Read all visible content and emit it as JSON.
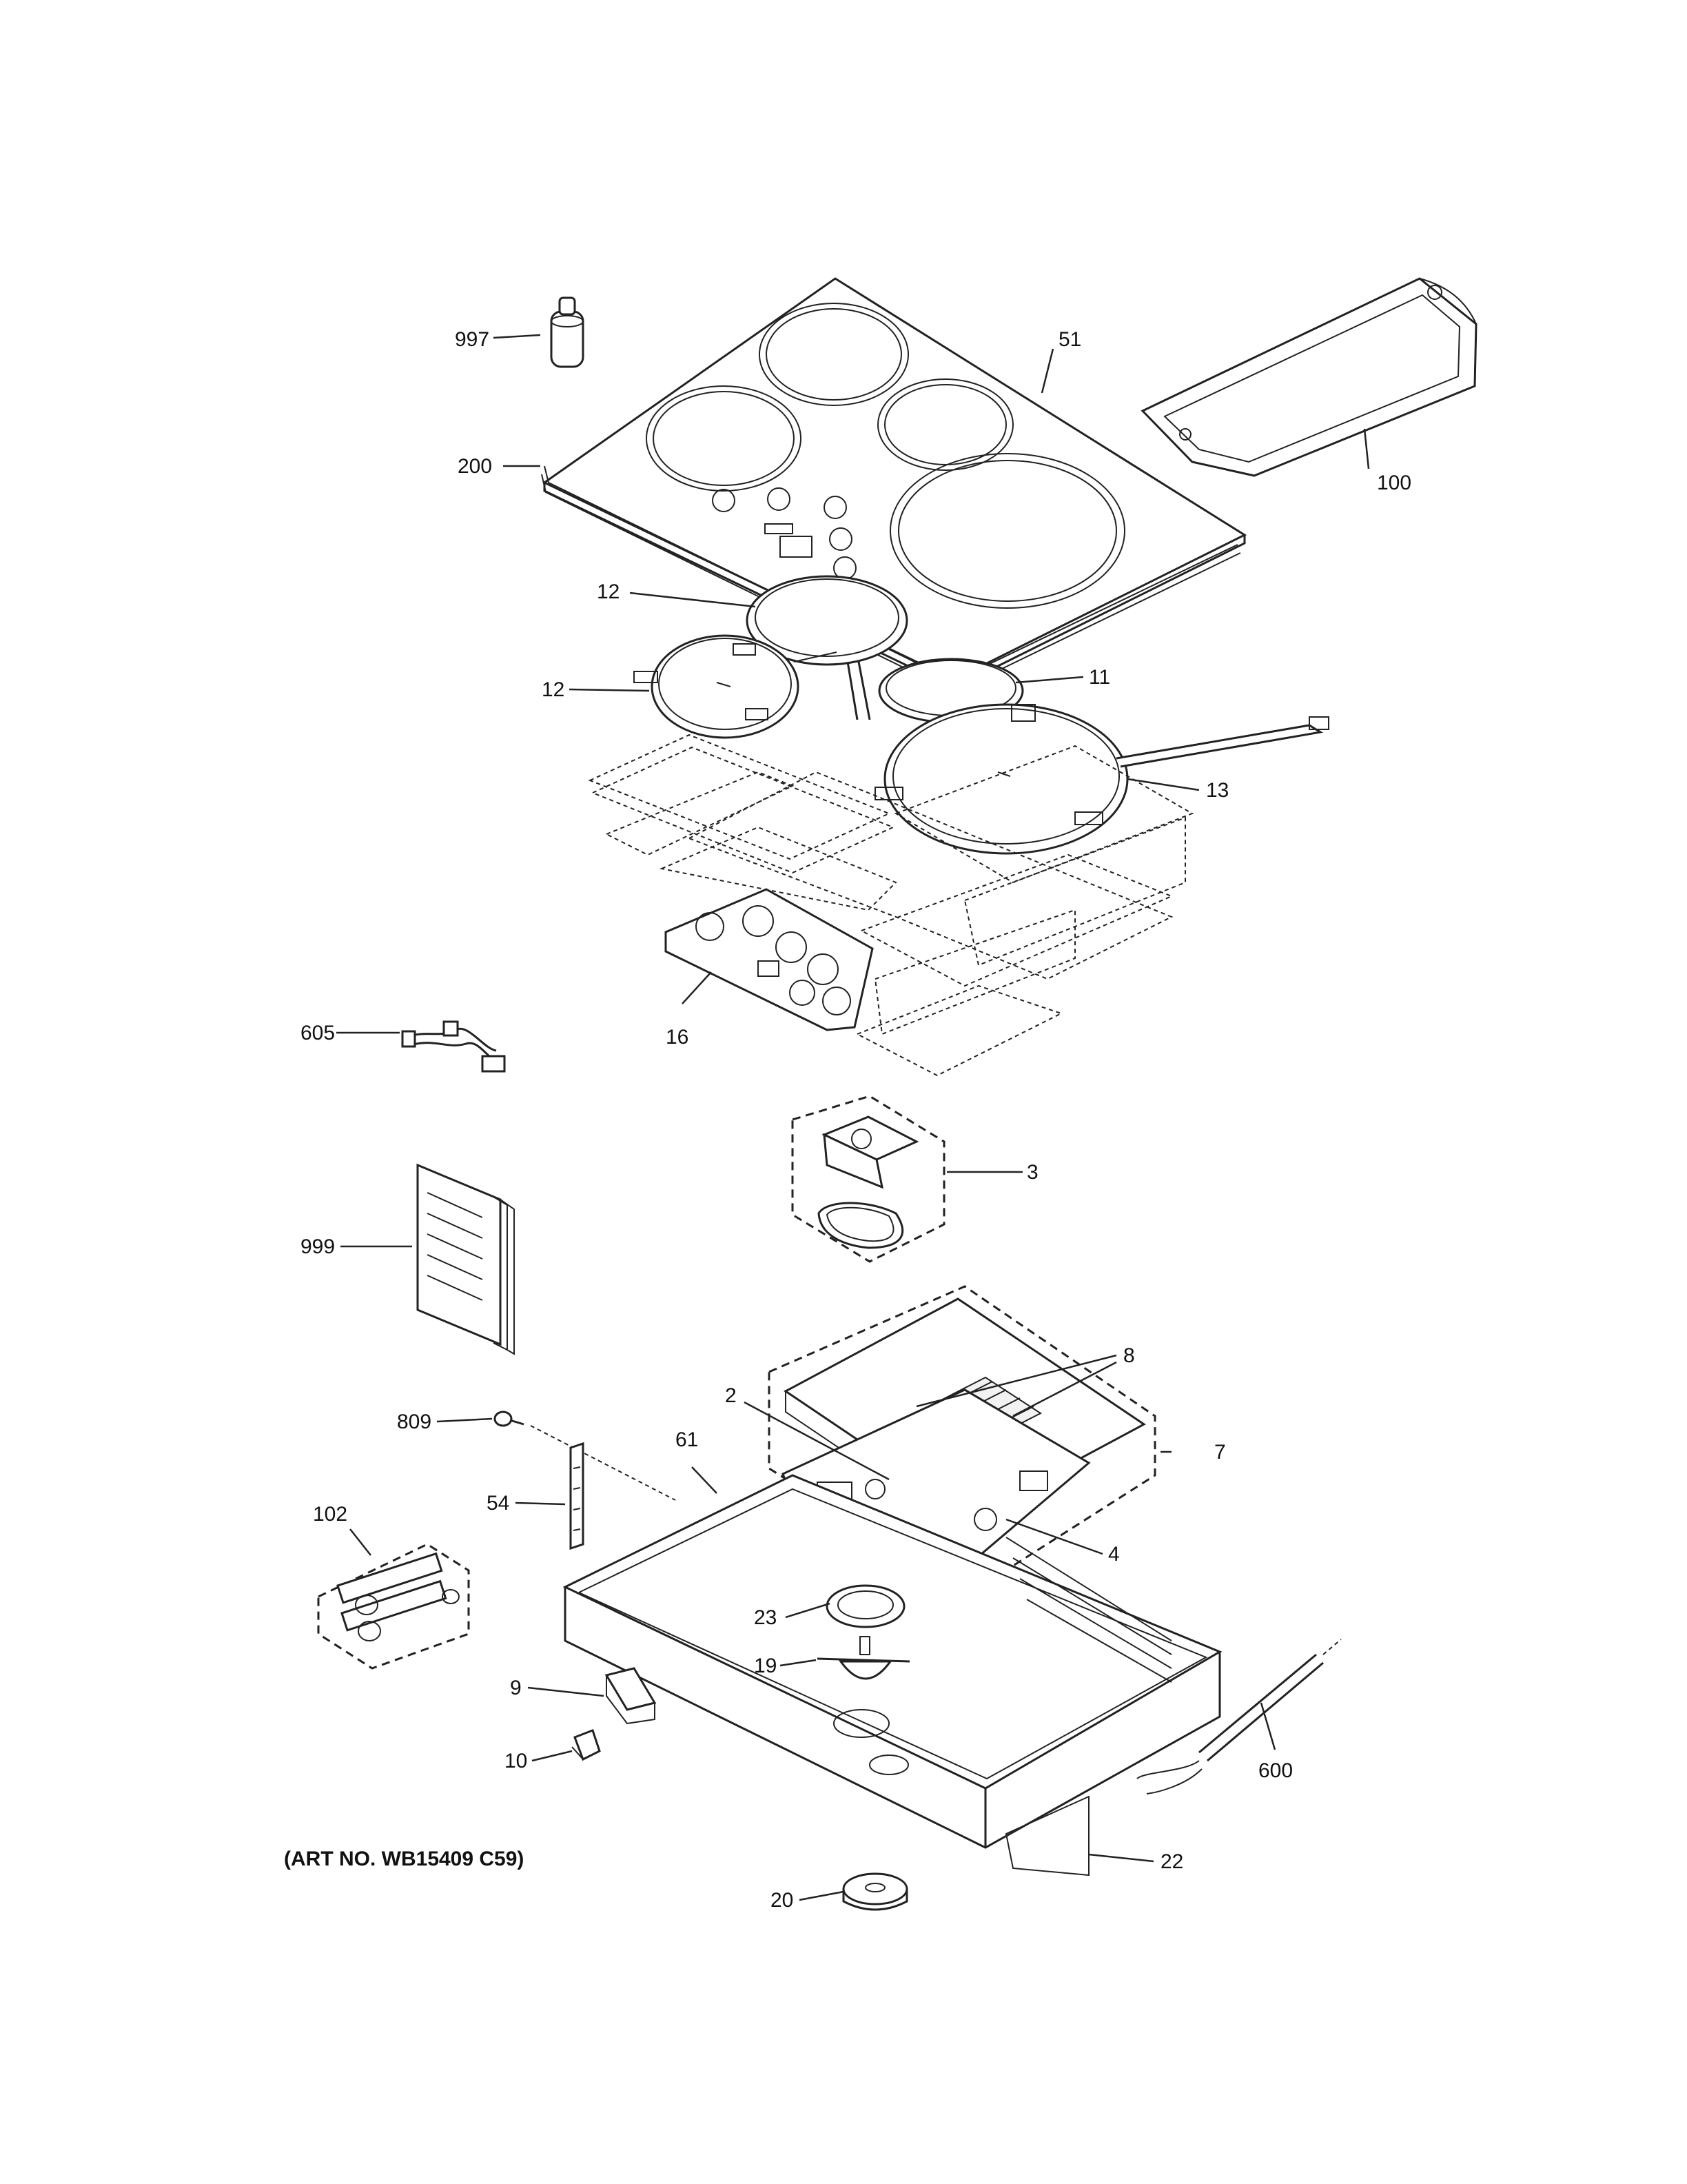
{
  "diagram": {
    "art_number": "(ART NO. WB15409 C59)",
    "callouts": {
      "c997": "997",
      "c51": "51",
      "c200": "200",
      "c100": "100",
      "c12a": "12",
      "c12b": "12",
      "c11": "11",
      "c13": "13",
      "c605": "605",
      "c16": "16",
      "c3": "3",
      "c999": "999",
      "c8": "8",
      "c809": "809",
      "c2": "2",
      "c61": "61",
      "c7": "7",
      "c54": "54",
      "c4": "4",
      "c102": "102",
      "c23": "23",
      "c19": "19",
      "c9": "9",
      "c600": "600",
      "c10": "10",
      "c20": "20",
      "c22": "22"
    }
  }
}
